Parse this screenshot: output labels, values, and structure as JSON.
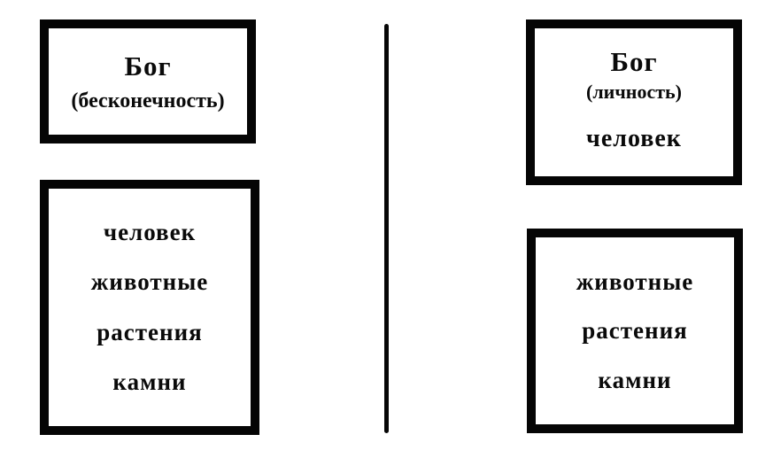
{
  "colors": {
    "ink": "#0a0a0a",
    "background": "#ffffff"
  },
  "left_panel": {
    "god_box": {
      "title": "Бог",
      "qualifier": "(бесконечность)"
    },
    "creation_box": {
      "items": [
        "человек",
        "животные",
        "растения",
        "камни"
      ]
    }
  },
  "right_panel": {
    "god_box": {
      "title": "Бог",
      "qualifier": "(личность)",
      "companion": "человек"
    },
    "creation_box": {
      "items": [
        "животные",
        "растения",
        "камни"
      ]
    }
  }
}
